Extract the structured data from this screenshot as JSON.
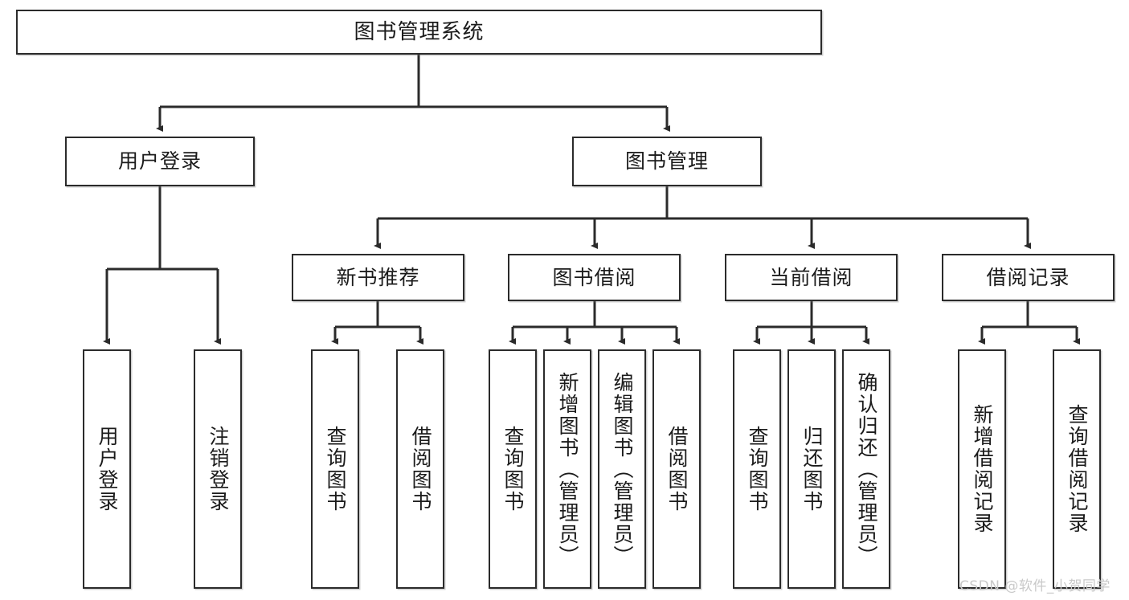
{
  "diagram": {
    "title_node": {
      "label": "图书管理系统"
    },
    "level2": [
      {
        "id": "user-login",
        "label": "用户登录"
      },
      {
        "id": "book-manage",
        "label": "图书管理"
      }
    ],
    "level3": [
      {
        "id": "new-book-recommend",
        "label": "新书推荐"
      },
      {
        "id": "book-borrow",
        "label": "图书借阅"
      },
      {
        "id": "current-borrow",
        "label": "当前借阅"
      },
      {
        "id": "borrow-record",
        "label": "借阅记录"
      }
    ],
    "leaves": {
      "user_login": [
        {
          "id": "leaf-user-login",
          "label": "用户登录"
        },
        {
          "id": "leaf-logout-login",
          "label": "注销登录"
        }
      ],
      "new_book_recommend": [
        {
          "id": "leaf-query-book-1",
          "label": "查询图书"
        },
        {
          "id": "leaf-borrow-book-1",
          "label": "借阅图书"
        }
      ],
      "book_borrow": [
        {
          "id": "leaf-query-book-2",
          "label": "查询图书"
        },
        {
          "id": "leaf-add-book",
          "label": "新增图书（管理员）"
        },
        {
          "id": "leaf-edit-book",
          "label": "编辑图书（管理员）"
        },
        {
          "id": "leaf-borrow-book-2",
          "label": "借阅图书"
        }
      ],
      "current_borrow": [
        {
          "id": "leaf-query-book-3",
          "label": "查询图书"
        },
        {
          "id": "leaf-return-book",
          "label": "归还图书"
        },
        {
          "id": "leaf-confirm-return",
          "label": "确认归还（管理员）"
        }
      ],
      "borrow_record": [
        {
          "id": "leaf-add-record",
          "label": "新增借阅记录"
        },
        {
          "id": "leaf-query-record",
          "label": "查询借阅记录"
        }
      ]
    },
    "watermark": {
      "text": "CSDN @软件_小贺同学"
    },
    "colors": {
      "stroke": "#2b2b2b",
      "background": "#ffffff",
      "text": "#1b1b1b",
      "watermark": "#c9c9c9"
    }
  }
}
